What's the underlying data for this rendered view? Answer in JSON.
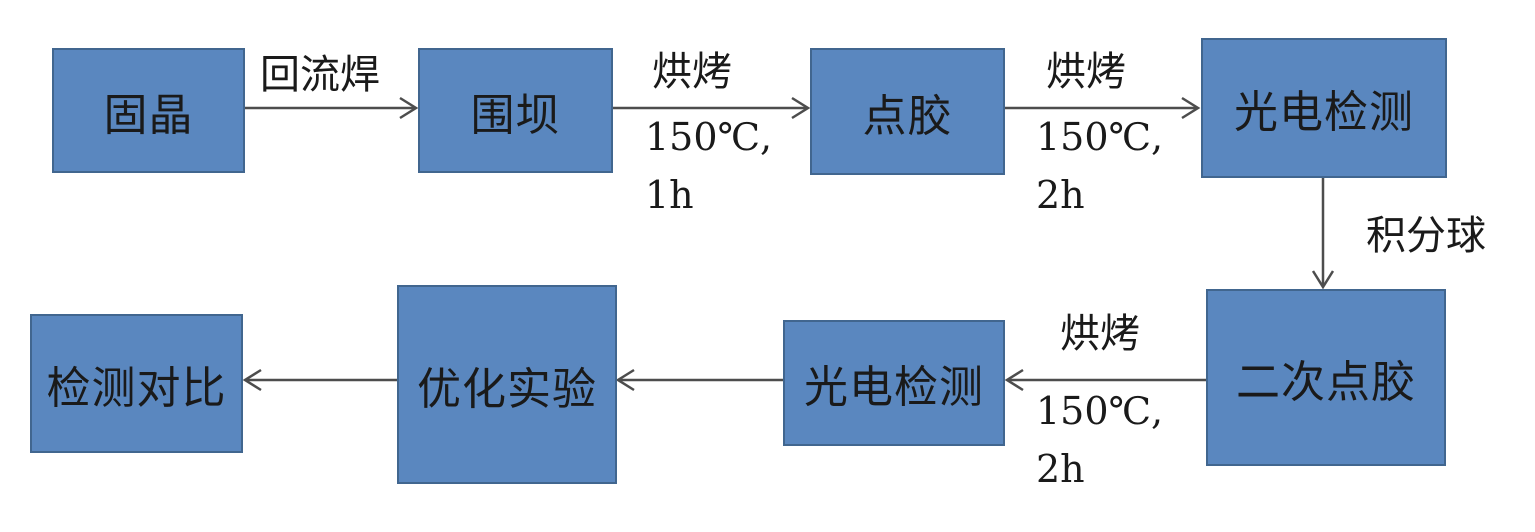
{
  "nodes": {
    "n1": "固晶",
    "n2": "围坝",
    "n3": "点胶",
    "n4": "光电检测",
    "n5": "二次点胶",
    "n6": "光电检测",
    "n7": "优化实验",
    "n8": "检测对比"
  },
  "edges": {
    "e1": {
      "label": "回流焊"
    },
    "e2": {
      "label": "烘烤",
      "temp": "150℃,",
      "time": "1h"
    },
    "e3": {
      "label": "烘烤",
      "temp": "150℃,",
      "time": "2h"
    },
    "e4": {
      "label": "积分球"
    },
    "e5": {
      "label": "烘烤",
      "temp": "150℃,",
      "time": "2h"
    }
  },
  "colors": {
    "box_fill": "#5a87bf",
    "box_border": "#41668f",
    "arrow": "#4d4d4d"
  }
}
